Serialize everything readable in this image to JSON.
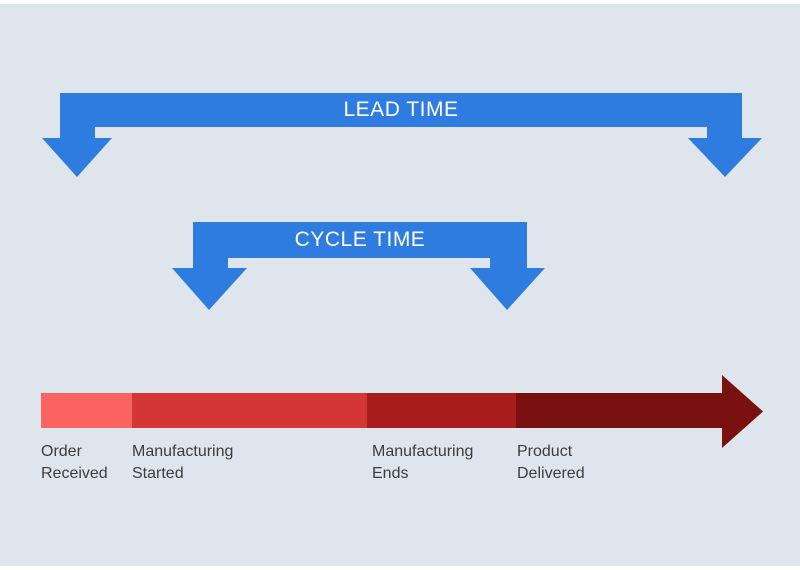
{
  "diagram": {
    "name": "lead-time-vs-cycle-time",
    "brackets": {
      "lead": {
        "label": "LEAD TIME"
      },
      "cycle": {
        "label": "CYCLE TIME"
      }
    },
    "timeline": {
      "stages": [
        {
          "name": "order-received",
          "lines": [
            "Order",
            "Received"
          ],
          "color": "#fb6360"
        },
        {
          "name": "manufacturing-started",
          "lines": [
            "Manufacturing",
            "Started"
          ],
          "color": "#d43535"
        },
        {
          "name": "manufacturing-ends",
          "lines": [
            "Manufacturing",
            "Ends"
          ],
          "color": "#a81c1c"
        },
        {
          "name": "product-delivered",
          "lines": [
            "Product",
            "Delivered"
          ],
          "color": "#7a1111"
        }
      ]
    }
  },
  "colors": {
    "background": "#dfe5ec",
    "frame": "#ffffff",
    "bracket_blue": "#2e7ce0",
    "bracket_label_text": "#ffffff",
    "stage_label_text": "#3c3c3c",
    "arrow_head": "#7a1111"
  }
}
